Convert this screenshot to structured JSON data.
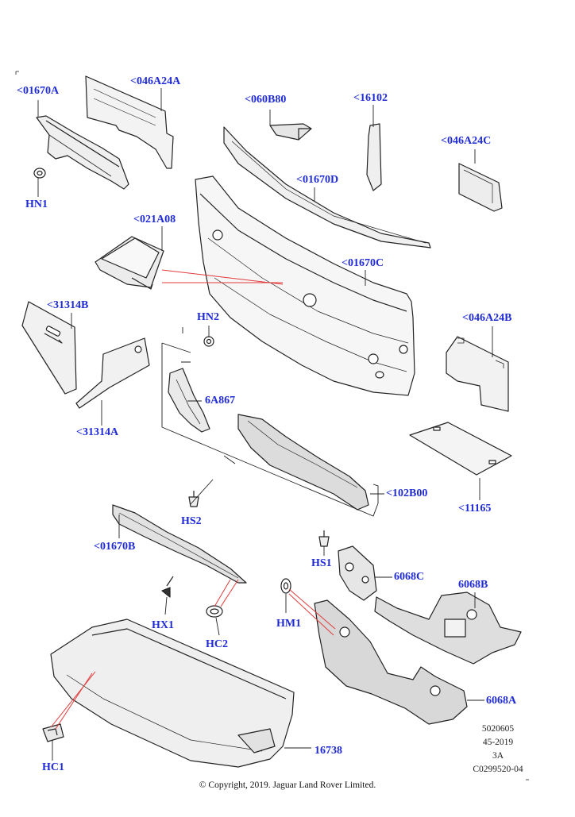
{
  "callouts": {
    "c01670A": "<01670A",
    "c046A24A": "<046A24A",
    "c060B80": "<060B80",
    "c16102": "<16102",
    "c046A24C": "<046A24C",
    "HN1": "HN1",
    "c01670D": "<01670D",
    "c021A08": "<021A08",
    "c01670C": "<01670C",
    "c31314B": "<31314B",
    "HN2": "HN2",
    "c046A24B": "<046A24B",
    "c6A867": "6A867",
    "c31314A": "<31314A",
    "c102B00": "<102B00",
    "c11165": "<11165",
    "c01670B": "<01670B",
    "HS2": "HS2",
    "HS1": "HS1",
    "c6068C": "6068C",
    "c6068B": "6068B",
    "HM1": "HM1",
    "HX1": "HX1",
    "HC2": "HC2",
    "c6068A": "6068A",
    "HC1": "HC1",
    "c16738": "16738"
  },
  "code_block": {
    "line1": "5020605",
    "line2": "45-2019",
    "line3": "3A",
    "line4": "C0299520-04"
  },
  "copyright": "© Copyright, 2019. Jaguar Land Rover Limited.",
  "colors": {
    "callout_text": "#1f2bd6",
    "highlight_line": "#e23b3b",
    "part_outline": "#222222",
    "part_shade": "#d8d8d8"
  }
}
